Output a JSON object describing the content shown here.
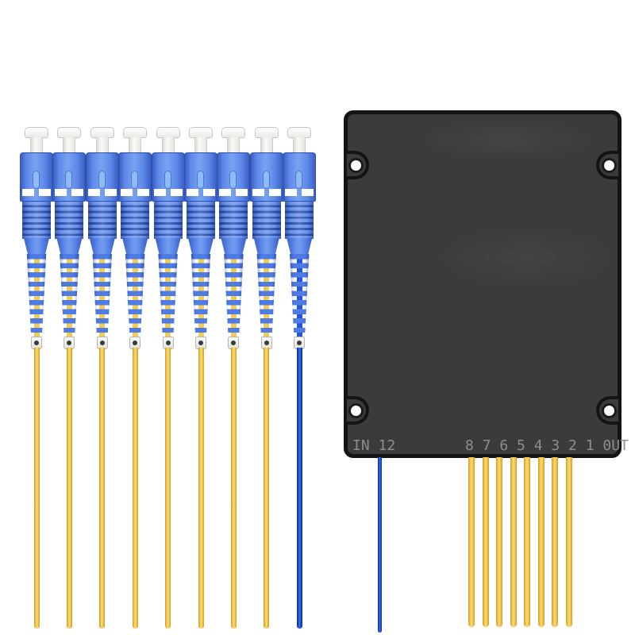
{
  "scene": {
    "description": "Product photo: PLC fiber optic splitter with nine SC/UPC connectors and black ABS splitter box"
  },
  "connectors": {
    "count": 9,
    "items": [
      {
        "name": "sc-connector-1",
        "cable": "yellow"
      },
      {
        "name": "sc-connector-2",
        "cable": "yellow"
      },
      {
        "name": "sc-connector-3",
        "cable": "yellow"
      },
      {
        "name": "sc-connector-4",
        "cable": "yellow"
      },
      {
        "name": "sc-connector-5",
        "cable": "yellow"
      },
      {
        "name": "sc-connector-6",
        "cable": "yellow"
      },
      {
        "name": "sc-connector-7",
        "cable": "yellow"
      },
      {
        "name": "sc-connector-8",
        "cable": "yellow"
      },
      {
        "name": "sc-connector-9",
        "cable": "blue"
      }
    ]
  },
  "splitter_box": {
    "label_in": "IN 12",
    "label_out": "8 7 6 5 4 3 2 1 0UT",
    "screw_holes": 4,
    "input_fibers": [
      {
        "color": "blue"
      }
    ],
    "output_fibers": [
      {
        "color": "yellow"
      },
      {
        "color": "yellow"
      },
      {
        "color": "yellow"
      },
      {
        "color": "yellow"
      },
      {
        "color": "yellow"
      },
      {
        "color": "yellow"
      },
      {
        "color": "yellow"
      },
      {
        "color": "yellow"
      }
    ]
  },
  "colors": {
    "background": "#ffffff",
    "connector_body_blue": "#5c88e8",
    "connector_dark_blue": "#3a5ec2",
    "connector_slot_blue": "#90baf4",
    "boot_rib_blue": "#4f7ce4",
    "cable_yellow": "#f3ca52",
    "cable_yellow_edge": "#cf9a2b",
    "cable_blue": "#2257dd",
    "cable_blue_edge": "#0c2f97",
    "dust_cap_white": "#f4f4f1",
    "box_fill": "#3b3b3d",
    "box_border": "#141416",
    "box_text_gray": "#8d8d8f"
  }
}
